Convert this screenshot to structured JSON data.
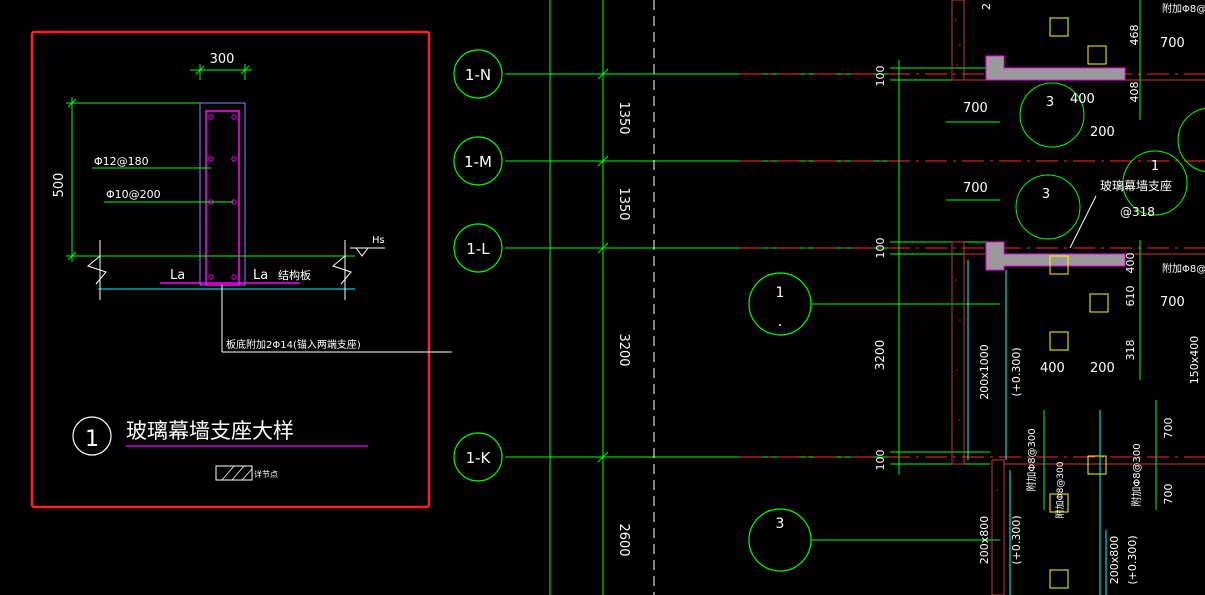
{
  "colors": {
    "background": "#000000",
    "grid_green": "#00ff00",
    "axis_red": "#ff2a2a",
    "highlight_frame": "#ff2020",
    "magenta": "#ff00ff",
    "cyan": "#00ffff",
    "yellow": "#ffff00",
    "white": "#ffffff",
    "gray_fill": "#9a9a9a",
    "hatch_red": "#cc3333"
  },
  "detail": {
    "dim_width": "300",
    "dim_height": "500",
    "rebar_main": "Φ12@180",
    "rebar_stirrup": "Φ10@200",
    "elevation_tag": "Hs",
    "anchor_left": "La",
    "anchor_right": "La",
    "structural_slab": "结构板",
    "bottom_note": "板底附加2Φ14(锚入两端支座)",
    "title_number": "1",
    "title": "玻璃幕墙支座大样",
    "legend_label": "详节点"
  },
  "axes": [
    {
      "label": "1-N"
    },
    {
      "label": "1-M"
    },
    {
      "label": "1-L"
    },
    {
      "label": "1-K"
    }
  ],
  "dims_vertical": [
    "1350",
    "1350",
    "3200",
    "2600"
  ],
  "section_markers": [
    "1",
    "3"
  ],
  "plan": {
    "dims_100": [
      "100",
      "100",
      "100"
    ],
    "dim_3200": "3200",
    "dim_700_a": "700",
    "dim_700_b": "700",
    "dim_700_c": "700",
    "dim_700_d": "700",
    "dim_700_e": "700",
    "dim_700_f": "700",
    "dim_400_a": "400",
    "dim_400_b": "400",
    "dim_200_a": "200",
    "dim_200_b": "200",
    "dim_468": "468",
    "dim_408": "408",
    "dim_400_v": "400",
    "dim_610": "610",
    "dim_318_v": "318",
    "dim_2_top": "2",
    "circle_3_a": "3",
    "circle_3_b": "3",
    "circle_1": "1",
    "support_label": "玻璃幕墙支座",
    "support_spacing": "@318",
    "beam_200x1000": "200x1000",
    "elev_plus0300_a": "(+0.300)",
    "elev_plus0300_b": "(+0.300)",
    "beam_200x800_a": "200x800",
    "beam_200x800_b": "200x800",
    "elev_plus0300_c": "(+0.300)",
    "beam_150x400": "150x400",
    "add_rebar_a": "附加Φ8@300",
    "add_rebar_b": "附加Φ8@300",
    "add_rebar_c": "附加Φ8@300",
    "add_rebar_top": "附加Φ8@",
    "add_rebar_right": "附加Φ8@"
  }
}
